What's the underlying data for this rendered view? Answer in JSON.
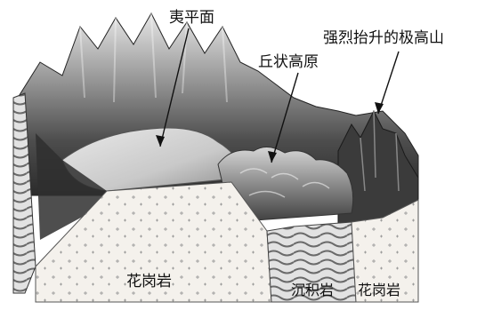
{
  "labels": {
    "peneplain": "夷平面",
    "hilly_plateau": "丘状高原",
    "uplifted_mountains": "强烈抬升的极高山",
    "granite_left": "花岗岩",
    "sedimentary_rock": "沉积岩",
    "granite_right": "花岗岩"
  },
  "colors": {
    "granite": "#f4f1ec",
    "granite_cross": "#7a7a7a",
    "terrain_dark": "#3a3a3a",
    "terrain_mid": "#8b8b8b",
    "terrain_light": "#cfcfcf",
    "sediment_a": "#6a6a6a",
    "sediment_b": "#d9d9d9"
  }
}
